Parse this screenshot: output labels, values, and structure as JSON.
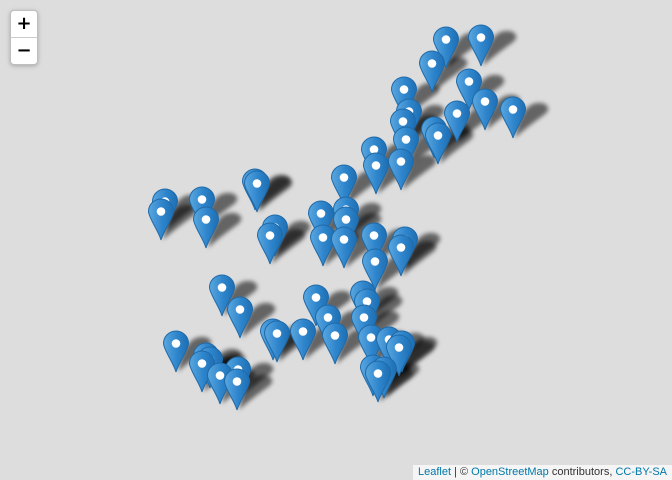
{
  "map": {
    "background": "#dddddd",
    "marker_color": "#2e84cb",
    "marker_stroke": "#1f6aa8",
    "markers": [
      {
        "icon": "map-marker-icon"
      }
    ]
  },
  "zoom": {
    "in_label": "+",
    "out_label": "−"
  },
  "attribution": {
    "leaflet": "Leaflet",
    "sep": " | © ",
    "osm": "OpenStreetMap",
    "contributors": " contributors, ",
    "license": "CC-BY-SA"
  }
}
